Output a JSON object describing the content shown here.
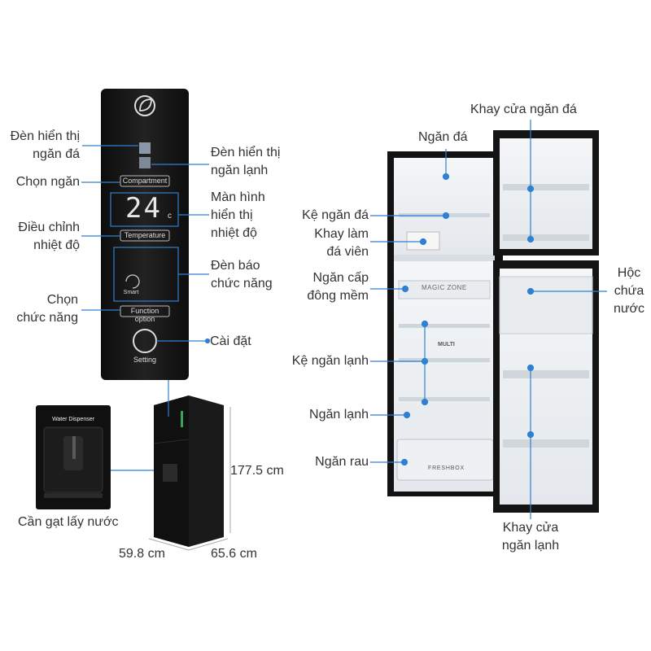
{
  "panel": {
    "compartment_btn": "Compartment",
    "temp_digits": "24",
    "temp_unit": "c",
    "temperature_btn": "Temperature",
    "smart_label": "Smart",
    "function_btn": "Function option",
    "setting_label": "Setting"
  },
  "dispenser": {
    "title": "Water Dispenser"
  },
  "fridge_marks": {
    "magic_zone": "MAGIC ZONE",
    "multi": "MULTI",
    "freshbox": "FRESHBOX"
  },
  "panel_callouts": {
    "freezer_light": [
      "Đèn hiển thị",
      "ngăn đá"
    ],
    "fridge_light": [
      "Đèn hiển thị",
      "ngăn lạnh"
    ],
    "select_compartment": [
      "Chọn ngăn"
    ],
    "display": [
      "Màn hình",
      "hiển thị",
      "nhiệt độ"
    ],
    "adjust_temp": [
      "Điều chỉnh",
      "nhiệt độ"
    ],
    "function_light": [
      "Đèn báo",
      "chức năng"
    ],
    "select_function": [
      "Chọn",
      "chức năng"
    ],
    "setting": [
      "Cài đặt"
    ]
  },
  "dispenser_label": "Cần gạt lấy nước",
  "dimensions": {
    "height": "177.5 cm",
    "width": "59.8 cm",
    "depth": "65.6 cm"
  },
  "fridge_callouts": {
    "freezer_door_tray": "Khay cửa ngăn đá",
    "freezer": "Ngăn đá",
    "freezer_shelf": "Kệ ngăn đá",
    "ice_tray": [
      "Khay làm",
      "đá viên"
    ],
    "soft_freeze": [
      "Ngăn cấp",
      "đông mềm"
    ],
    "fridge_shelf": "Kệ ngăn lạnh",
    "fridge": "Ngăn lạnh",
    "crisper": "Ngăn rau",
    "water_box": [
      "Hộc",
      "chứa",
      "nước"
    ],
    "fridge_door_tray": [
      "Khay cửa",
      "ngăn lạnh"
    ]
  },
  "colors": {
    "accent": "#2f80d1",
    "panel": "#151515",
    "fridge_body": "#111111"
  }
}
